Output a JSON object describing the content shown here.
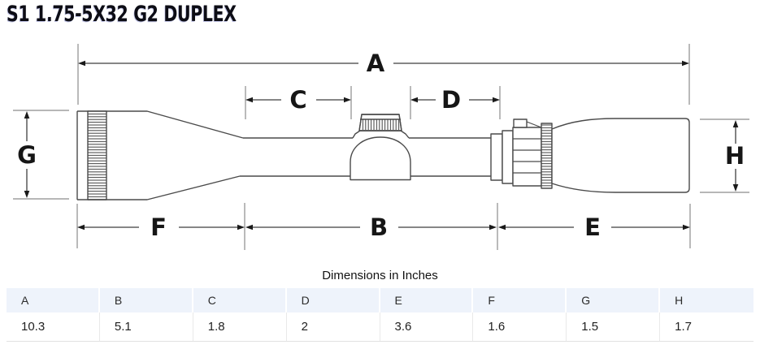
{
  "title": "S1 1.75-5X32 G2 DUPLEX",
  "diagram": {
    "labels": {
      "a": "A",
      "b": "B",
      "c": "C",
      "d": "D",
      "e": "E",
      "f": "F",
      "g": "G",
      "h": "H"
    }
  },
  "table": {
    "caption": "Dimensions in Inches",
    "columns": [
      "A",
      "B",
      "C",
      "D",
      "E",
      "F",
      "G",
      "H"
    ],
    "values": [
      "10.3",
      "5.1",
      "1.8",
      "2",
      "3.6",
      "1.6",
      "1.5",
      "1.7"
    ]
  },
  "colors": {
    "table_header_bg": "#eef3fb",
    "table_border": "#e2e2e2",
    "drawing_line": "#4a4a4a",
    "extension_line": "#8c8c8c",
    "label_color": "#161616"
  }
}
